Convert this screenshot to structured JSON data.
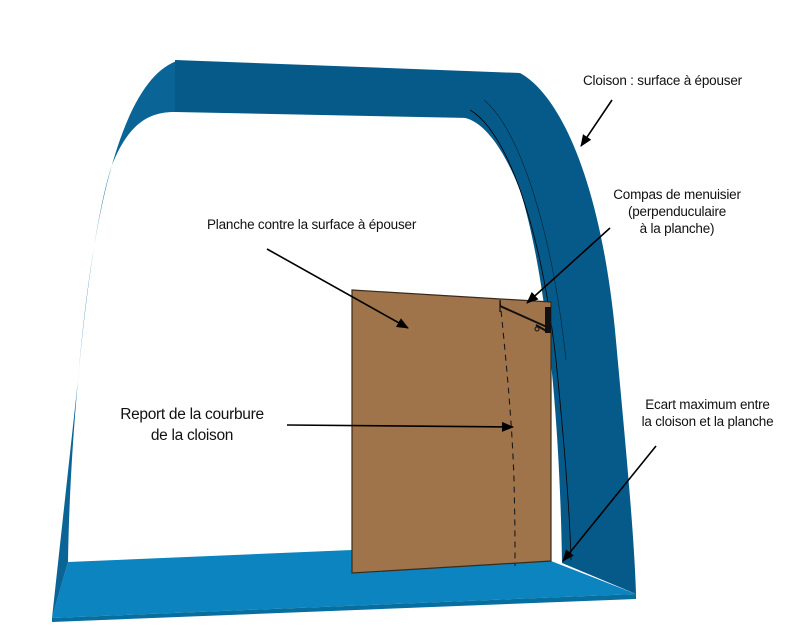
{
  "labels": {
    "cloison": "Cloison : surface à épouser",
    "compas": [
      "Compas de menuisier",
      "(perpenduculaire",
      "à la planche)"
    ],
    "planche": "Planche contre la surface à épouser",
    "report": [
      "Report de la courbure",
      "de la cloison"
    ],
    "ecart": [
      "Ecart maximum entre",
      "la cloison et la planche"
    ]
  },
  "colors": {
    "arch_dark": "#065a89",
    "arch_mid": "#0a6496",
    "floor": "#0b84bf",
    "floor_edge": "#066f9f",
    "board": "#a0744a",
    "board_edge": "#3b2a1a",
    "arrow": "#000000"
  },
  "icons": {
    "compas": "carpenter-compass-icon"
  }
}
